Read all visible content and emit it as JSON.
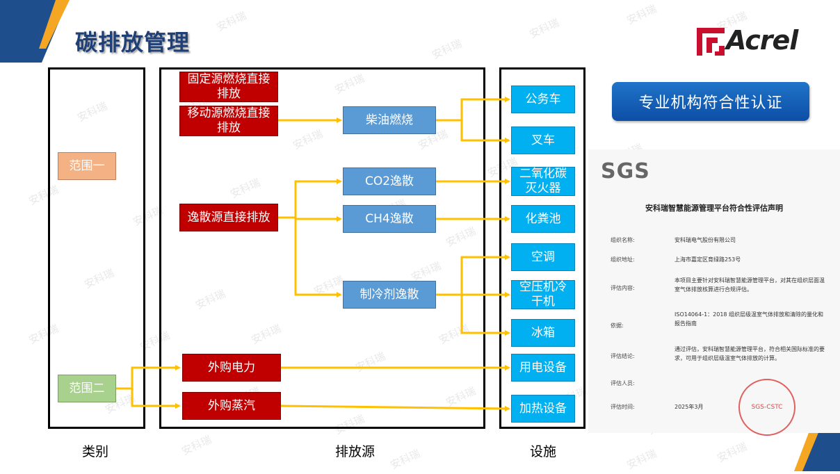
{
  "title": "碳排放管理",
  "logo": {
    "brand": "Acrel"
  },
  "columns": {
    "category": "类别",
    "source": "排放源",
    "facility": "设施"
  },
  "scopes": {
    "scope1": "范围一",
    "scope2": "范围二"
  },
  "sources": {
    "fixed": "固定源燃烧直接排放",
    "mobile": "移动源燃烧直接排放",
    "fugitive": "逸散源直接排放",
    "purchased_power": "外购电力",
    "purchased_steam": "外购蒸汽"
  },
  "processes": {
    "diesel": "柴油燃烧",
    "co2": "CO2逸散",
    "ch4": "CH4逸散",
    "refrigerant": "制冷剂逸散"
  },
  "facilities": {
    "official_car": "公务车",
    "forklift": "叉车",
    "extinguisher": "二氧化碳灭火器",
    "septic": "化粪池",
    "aircon": "空调",
    "compressor": "空压机冷干机",
    "fridge": "冰箱",
    "power_equipment": "用电设备",
    "heating_equipment": "加热设备"
  },
  "cert": {
    "button": "专业机构符合性认证",
    "doc_logo": "SGS",
    "doc_title": "安科瑞智慧能源管理平台符合性评估声明",
    "rows": [
      {
        "label": "组织名称:",
        "value": "安科瑞电气股份有限公司"
      },
      {
        "label": "组织地址:",
        "value": "上海市嘉定区育绿路253号"
      },
      {
        "label": "评估内容:",
        "value": "本项目主要针对安科瑞智慧能源管理平台，对其在组织层面温室气体排放核算进行合规评估。"
      },
      {
        "label": "依据:",
        "value": "ISO14064-1：2018 组织层级温室气体排放和清除的量化和报告指南"
      },
      {
        "label": "评估结论:",
        "value": "通过评估，安科瑞智慧能源管理平台，符合相关国际标准的要求，可用于组织层级温室气体排放的计算。"
      },
      {
        "label": "评估人员:",
        "value": ""
      },
      {
        "label": "评估时间:",
        "value": "2025年3月"
      }
    ],
    "seal": "SGS-CSTC"
  },
  "watermark": "安科瑞",
  "colors": {
    "title": "#1f3f77",
    "source_red": "#c00000",
    "process_blue": "#5b9bd5",
    "facility_cyan": "#00b0f0",
    "arrow": "#ffc000"
  }
}
